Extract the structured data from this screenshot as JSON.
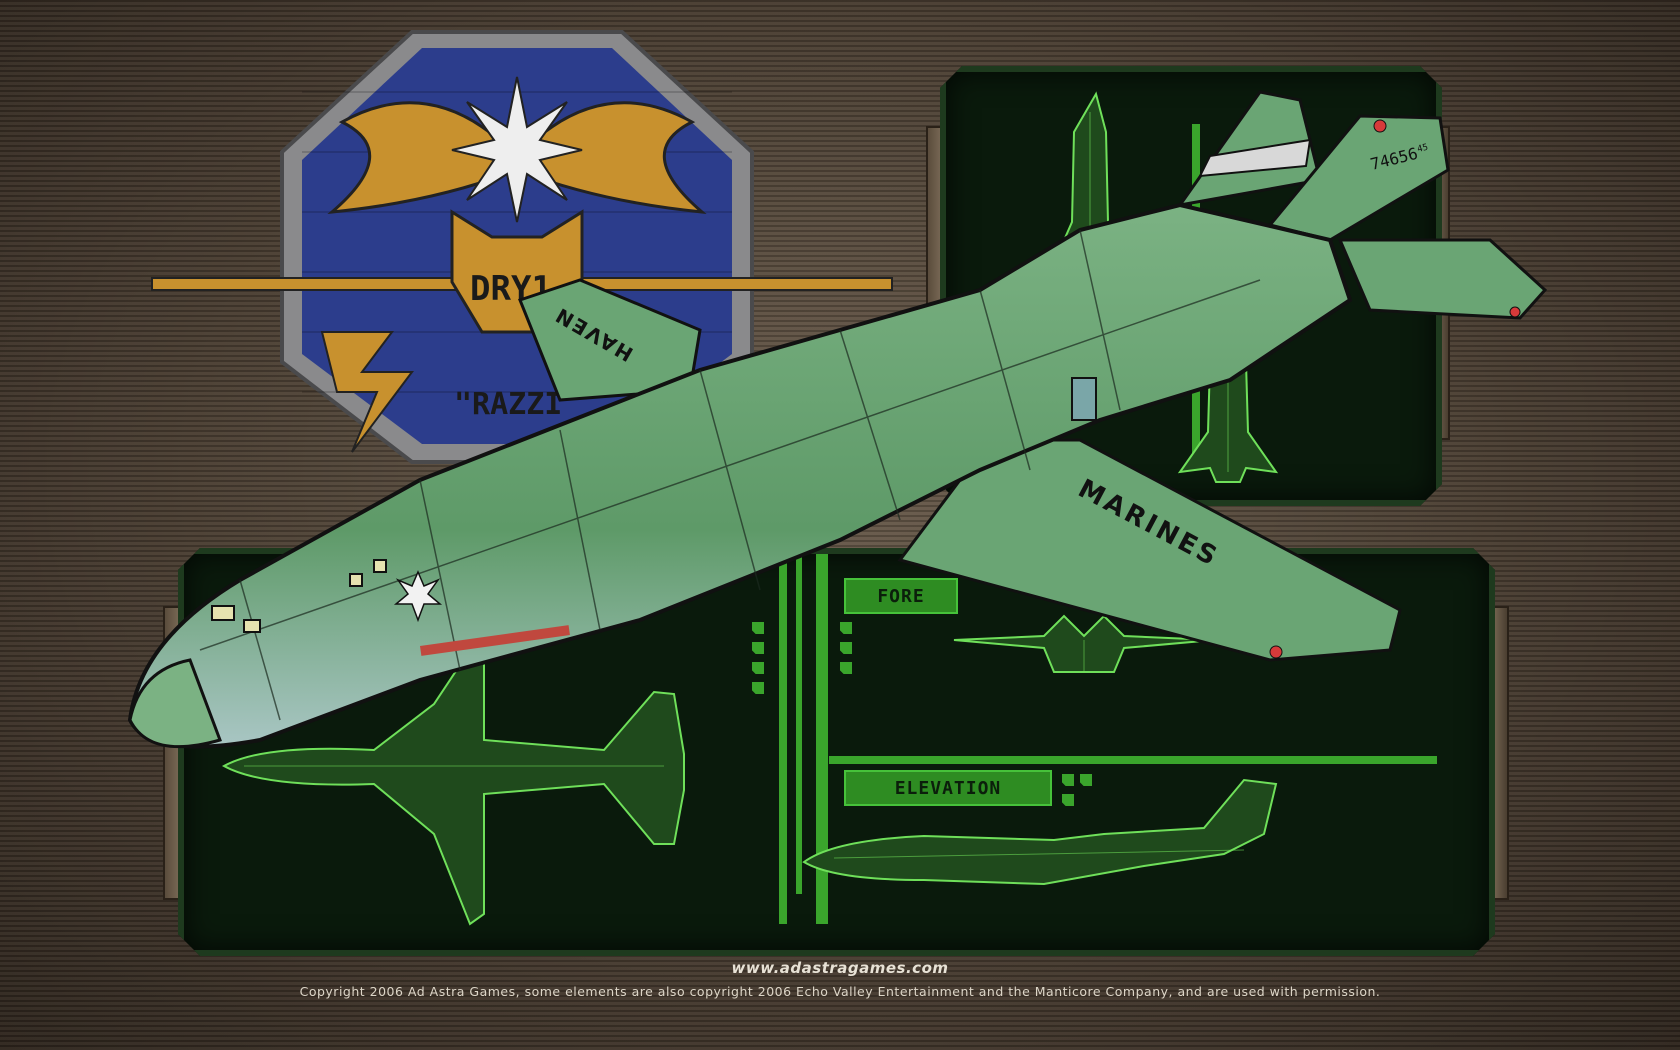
{
  "insignia": {
    "title_text": "DRY1",
    "subtitle_text": "\"RAZZI"
  },
  "ship": {
    "wing_text_upper": "HAVEN",
    "wing_text_lower": "MARINES",
    "tail_number": "74656",
    "tail_small": "45"
  },
  "blueprint": {
    "fore_label": "FORE",
    "elevation_label": "ELEVATION"
  },
  "footer": {
    "url": "www.adastragames.com",
    "copyright": "Copyright 2006 Ad Astra Games, some elements are also copyright 2006 Echo Valley Entertainment and the Manticore Company, and are used with permission."
  },
  "colors": {
    "blueprint_green": "#3aa52c",
    "hull_green": "#5e9a68",
    "insignia_blue": "#2c3d8c",
    "insignia_gold": "#c8912e"
  }
}
